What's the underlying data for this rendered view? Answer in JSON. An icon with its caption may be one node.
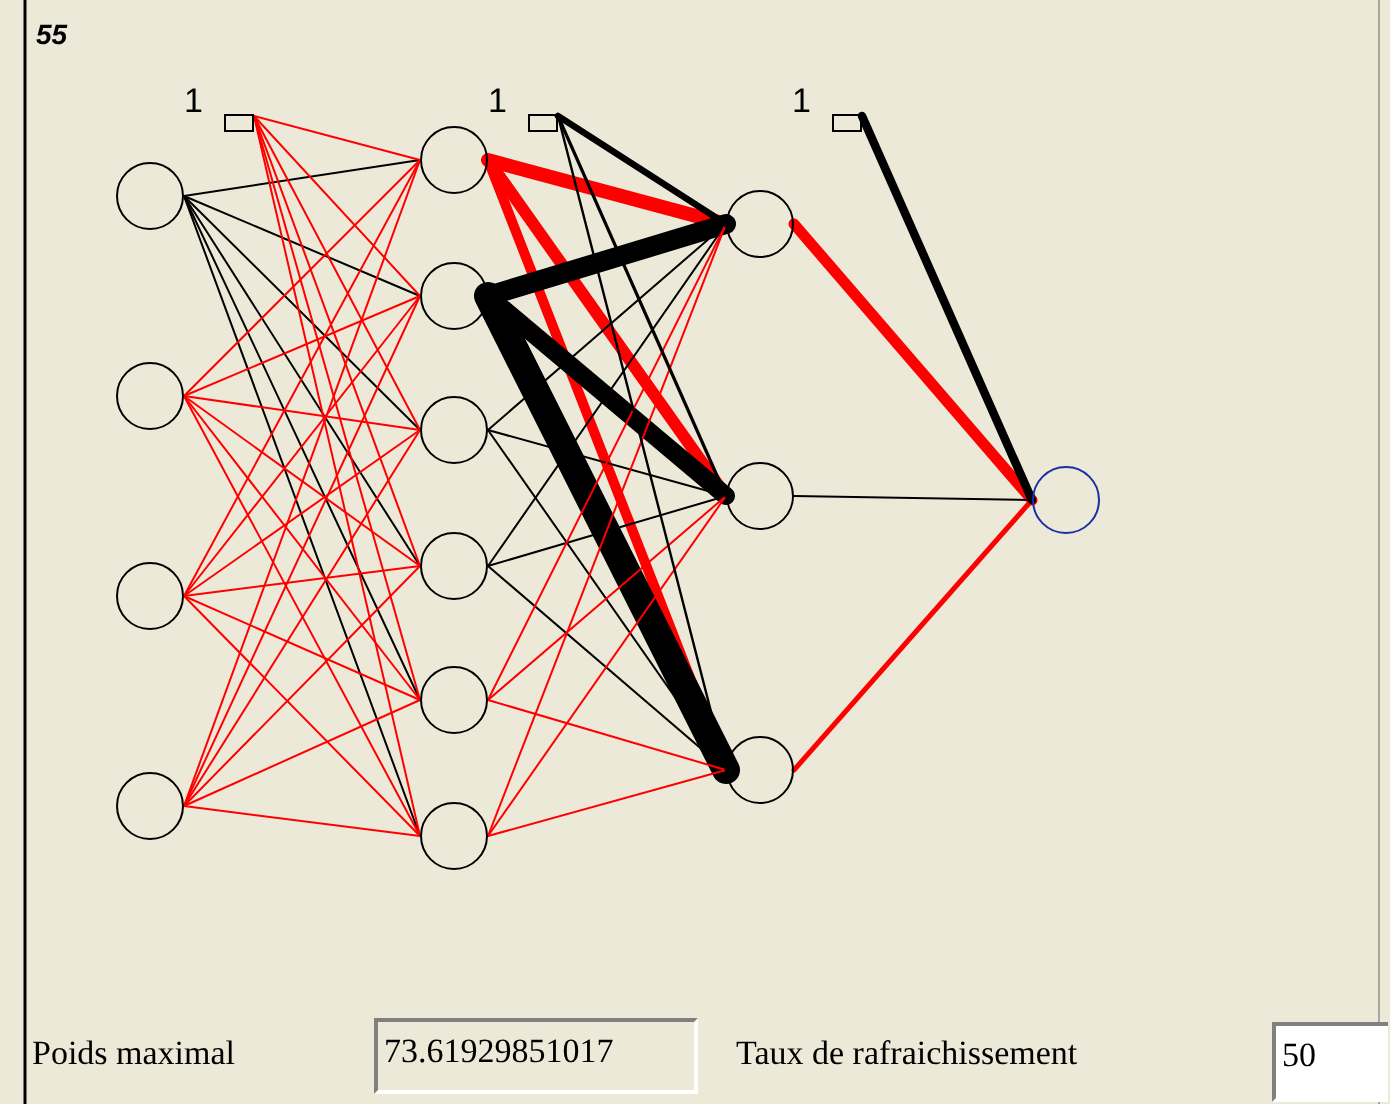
{
  "diagram": {
    "nodes": [
      {
        "text": [],
        "shape": "circle"
      },
      {
        "text": [],
        "shape": "circle"
      },
      {
        "text": [],
        "shape": "circle"
      },
      {
        "text": [],
        "shape": "circle"
      },
      {
        "text": [
          "1"
        ]
      },
      {
        "text": [],
        "shape": "circle"
      },
      {
        "text": [],
        "shape": "circle"
      },
      {
        "text": [],
        "shape": "circle"
      },
      {
        "text": [],
        "shape": "circle"
      },
      {
        "text": [],
        "shape": "circle"
      },
      {
        "text": [],
        "shape": "circle"
      },
      {
        "text": [
          "1"
        ]
      },
      {
        "text": [],
        "shape": "circle"
      },
      {
        "text": [],
        "shape": "circle"
      },
      {
        "text": [],
        "shape": "circle"
      },
      {
        "text": [
          "1"
        ]
      },
      {
        "text": [],
        "shape": "circle"
      }
    ],
    "edges": [
      {
        "from": 0,
        "to": 5,
        "arrow": "none",
        "color": "#000000"
      },
      {
        "from": 0,
        "to": 6,
        "arrow": "none",
        "color": "#000000"
      },
      {
        "from": 0,
        "to": 7,
        "arrow": "none",
        "color": "#000000"
      },
      {
        "from": 0,
        "to": 8,
        "arrow": "none",
        "color": "#000000"
      },
      {
        "from": 0,
        "to": 9,
        "arrow": "none",
        "color": "#000000"
      },
      {
        "from": 0,
        "to": 10,
        "arrow": "none",
        "color": "#000000"
      },
      {
        "from": 1,
        "to": 5,
        "arrow": "none"
      },
      {
        "from": 1,
        "to": 6,
        "arrow": "none"
      },
      {
        "from": 1,
        "to": 7,
        "arrow": "none"
      },
      {
        "from": 1,
        "to": 8,
        "arrow": "none"
      },
      {
        "from": 1,
        "to": 9,
        "arrow": "none"
      },
      {
        "from": 1,
        "to": 10,
        "arrow": "none"
      },
      {
        "from": 2,
        "to": 5,
        "arrow": "none"
      },
      {
        "from": 2,
        "to": 6,
        "arrow": "none"
      },
      {
        "from": 2,
        "to": 7,
        "arrow": "none"
      },
      {
        "from": 2,
        "to": 8,
        "arrow": "none"
      },
      {
        "from": 2,
        "to": 9,
        "arrow": "none"
      },
      {
        "from": 2,
        "to": 10,
        "arrow": "none"
      },
      {
        "from": 3,
        "to": 5,
        "arrow": "none"
      },
      {
        "from": 3,
        "to": 6,
        "arrow": "none"
      },
      {
        "from": 3,
        "to": 7,
        "arrow": "none"
      },
      {
        "from": 3,
        "to": 8,
        "arrow": "none"
      },
      {
        "from": 3,
        "to": 9,
        "arrow": "none"
      },
      {
        "from": 3,
        "to": 10,
        "arrow": "none"
      },
      {
        "from": 4,
        "to": 5,
        "arrow": "none"
      },
      {
        "from": 4,
        "to": 6,
        "arrow": "none"
      },
      {
        "from": 4,
        "to": 7,
        "arrow": "none"
      },
      {
        "from": 4,
        "to": 8,
        "arrow": "none"
      },
      {
        "from": 4,
        "to": 9,
        "arrow": "none"
      },
      {
        "from": 4,
        "to": 10,
        "arrow": "none"
      },
      {
        "from": 5,
        "to": 12,
        "arrow": "none",
        "style": "thick"
      },
      {
        "from": 5,
        "to": 13,
        "arrow": "none",
        "style": "thick"
      },
      {
        "from": 5,
        "to": 14,
        "arrow": "none",
        "style": "thick"
      },
      {
        "from": 6,
        "to": 12,
        "arrow": "none",
        "style": "thick",
        "color": "#000000"
      },
      {
        "from": 6,
        "to": 13,
        "arrow": "none",
        "style": "thick",
        "color": "#000000"
      },
      {
        "from": 6,
        "to": 14,
        "arrow": "none",
        "style": "thick",
        "color": "#000000"
      },
      {
        "from": 7,
        "to": 12,
        "arrow": "none",
        "color": "#000000"
      },
      {
        "from": 7,
        "to": 13,
        "arrow": "none",
        "color": "#000000"
      },
      {
        "from": 7,
        "to": 14,
        "arrow": "none",
        "color": "#000000"
      },
      {
        "from": 8,
        "to": 12,
        "arrow": "none",
        "color": "#000000"
      },
      {
        "from": 8,
        "to": 13,
        "arrow": "none",
        "color": "#000000"
      },
      {
        "from": 8,
        "to": 14,
        "arrow": "none",
        "color": "#000000"
      },
      {
        "from": 9,
        "to": 12,
        "arrow": "none"
      },
      {
        "from": 9,
        "to": 13,
        "arrow": "none"
      },
      {
        "from": 9,
        "to": 14,
        "arrow": "none"
      },
      {
        "from": 10,
        "to": 12,
        "arrow": "none"
      },
      {
        "from": 10,
        "to": 13,
        "arrow": "none"
      },
      {
        "from": 10,
        "to": 14,
        "arrow": "none"
      },
      {
        "from": 11,
        "to": 12,
        "arrow": "none",
        "style": "thick",
        "color": "#000000"
      },
      {
        "from": 11,
        "to": 13,
        "arrow": "none",
        "color": "#000000"
      },
      {
        "from": 11,
        "to": 14,
        "arrow": "none",
        "color": "#000000"
      },
      {
        "from": 12,
        "to": 16,
        "arrow": "none",
        "style": "thick"
      },
      {
        "from": 13,
        "to": 16,
        "arrow": "none",
        "color": "#000000"
      },
      {
        "from": 14,
        "to": 16,
        "arrow": "none",
        "style": "thick"
      },
      {
        "from": 15,
        "to": 16,
        "arrow": "none",
        "style": "thick",
        "color": "#000000"
      }
    ],
    "labels": [
      "55",
      "Poids maximal",
      "73.61929851017",
      "Taux de rafraichissement",
      "50"
    ]
  }
}
